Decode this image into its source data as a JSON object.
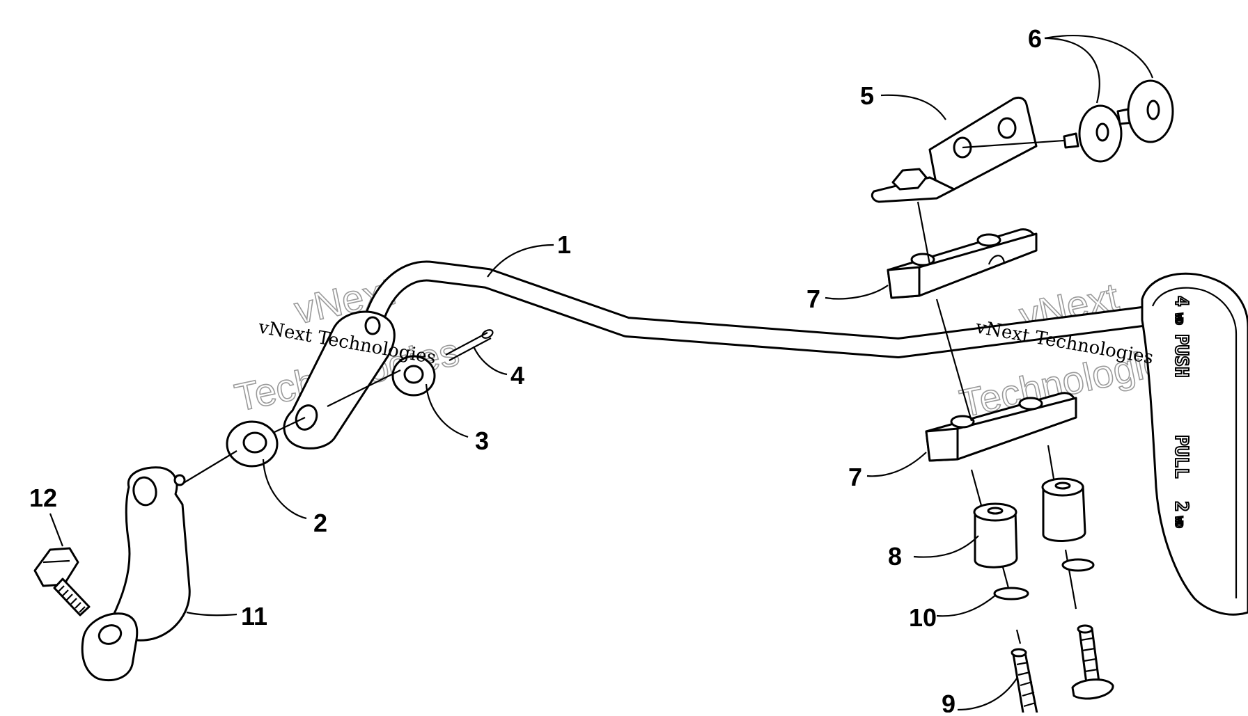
{
  "diagram": {
    "callouts": [
      {
        "id": "1",
        "label": "1"
      },
      {
        "id": "2",
        "label": "2"
      },
      {
        "id": "3",
        "label": "3"
      },
      {
        "id": "4",
        "label": "4"
      },
      {
        "id": "5",
        "label": "5"
      },
      {
        "id": "6",
        "label": "6"
      },
      {
        "id": "7a",
        "label": "7"
      },
      {
        "id": "7b",
        "label": "7"
      },
      {
        "id": "8",
        "label": "8"
      },
      {
        "id": "9",
        "label": "9"
      },
      {
        "id": "10",
        "label": "10"
      },
      {
        "id": "11",
        "label": "11"
      },
      {
        "id": "12",
        "label": "12"
      }
    ],
    "handle_text": {
      "top_number": "4",
      "top_unit": "WD",
      "push": "PUSH",
      "pull": "PULL",
      "bottom_number": "2",
      "bottom_unit": "WD"
    },
    "watermark": {
      "line1": "vNext",
      "line2": "Technologies",
      "small": "vNext Technologies"
    }
  }
}
